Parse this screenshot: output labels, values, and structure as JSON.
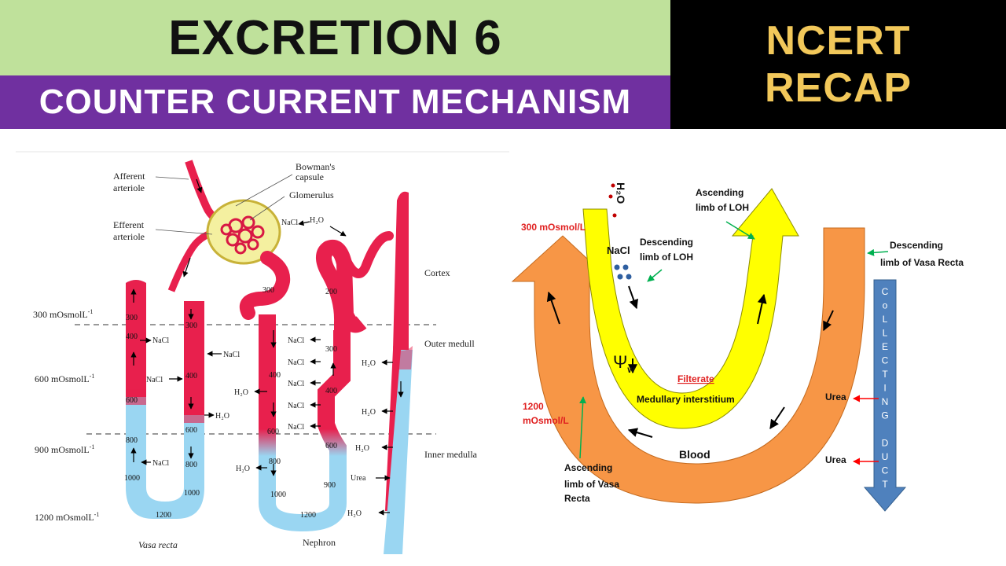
{
  "header": {
    "title": "EXCRETION 6",
    "subtitle": "COUNTER CURRENT MECHANISM",
    "badge_line1": "NCERT",
    "badge_line2": "RECAP"
  },
  "left_diagram": {
    "labels": {
      "afferent_1": "Afferent",
      "afferent_2": "arteriole",
      "efferent_1": "Efferent",
      "efferent_2": "arteriole",
      "bowmans_1": "Bowman's",
      "bowmans_2": "capsule",
      "glomerulus": "Glomerulus",
      "cortex": "Cortex",
      "outer_medulla": "Outer medull",
      "inner_medulla": "Inner medulla",
      "vasa_recta": "Vasa recta",
      "nephron": "Nephron",
      "osm_300": "300 mOsmolL",
      "osm_600": "600 mOsmolL",
      "osm_900": "900 mOsmolL",
      "osm_1200": "1200 mOsmolL",
      "sup": "-1"
    },
    "substances": {
      "nacl": "NaCl",
      "h2o": "H₂O",
      "urea": "Urea"
    },
    "vasa_values": {
      "v300a": "300",
      "v400a": "400",
      "v600a": "600",
      "v800a": "800",
      "v1000a": "1000",
      "v1200": "1200",
      "v1000b": "1000",
      "v800b": "800",
      "v600b": "600",
      "v400b": "400",
      "v300b": "300"
    },
    "nephron_values": {
      "n300a": "300",
      "n400": "400",
      "n600a": "600",
      "n800": "800",
      "n1000": "1000",
      "n1200": "1200",
      "n900": "900",
      "n600b": "600",
      "n400b": "400",
      "n300b": "300",
      "n200": "200"
    }
  },
  "right_diagram": {
    "labels": {
      "h2o_vertical": "H₂O",
      "osm_300": "300 mOsmol/L",
      "nacl": "NaCl",
      "desc_loh_1": "Descending",
      "desc_loh_2": "limb of LOH",
      "asc_loh_1": "Ascending",
      "asc_loh_2": "limb of LOH",
      "desc_vr_1": "Descending",
      "desc_vr_2": "limb of Vasa Recta",
      "psi": "Ψ",
      "psi_sub": "w",
      "filtrate": "Filterate",
      "interstitium": "Medullary interstitium",
      "osm_1200_1": "1200",
      "osm_1200_2": "mOsmol/L",
      "asc_vr_1": "Ascending",
      "asc_vr_2": "limb of Vasa",
      "asc_vr_3": "Recta",
      "blood": "Blood",
      "urea": "Urea",
      "duct_letters": [
        "C",
        "o",
        "L",
        "L",
        "E",
        "C",
        "T",
        "I",
        "N",
        "G",
        "",
        "D",
        "U",
        "C",
        "T"
      ]
    },
    "colors": {
      "loh": "#ffff00",
      "vasa": "#f79646",
      "duct": "#4f81bd",
      "red_text": "#ff0000",
      "green_arrow": "#00b050"
    }
  }
}
